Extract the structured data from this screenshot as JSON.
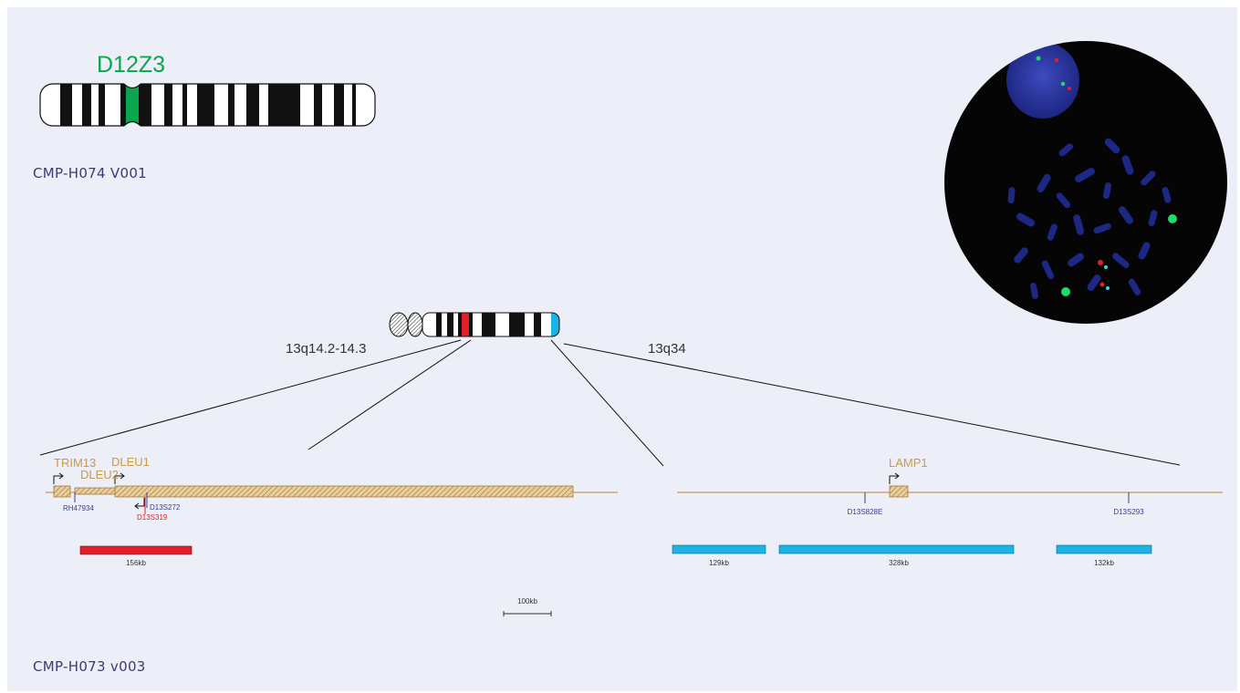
{
  "panel_top": {
    "probe_name": "D12Z3",
    "product_code": "CMP-H074 V001"
  },
  "panel_bottom": {
    "product_code": "CMP-H073 v003",
    "region_labels": {
      "left": "13q14.2-14.3",
      "right": "13q34"
    },
    "genes": {
      "trim13": "TRIM13",
      "dleu2": "DLEU2",
      "dleu1": "DLEU1",
      "lamp1": "LAMP1"
    },
    "markers": {
      "rh47934": "RH47934",
      "d13s272": "D13S272",
      "d13s319": "D13S319",
      "d13s828e": "D13S828E",
      "d13s293": "D13S293"
    },
    "probes": {
      "red_156": "156kb",
      "blue_129": "129kb",
      "blue_328": "328kb",
      "blue_132": "132kb"
    },
    "scale_bar": "100kb"
  },
  "colors": {
    "background": "#eceef8",
    "green_probe": "#0aa54c",
    "red_probe": "#e2202a",
    "blue_probe": "#1fb3e5",
    "gene_orange": "#c89a4e",
    "marker_text": "#3c3c8a"
  }
}
